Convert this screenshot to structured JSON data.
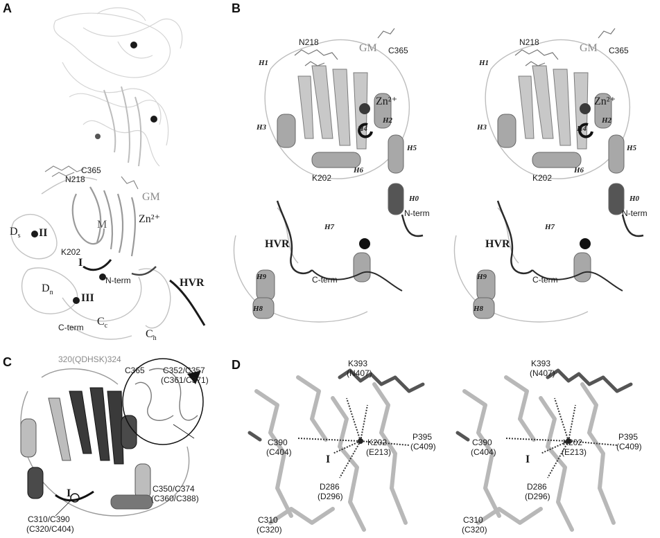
{
  "panels": {
    "A": {
      "letter": "A",
      "labels": {
        "c365": "C365",
        "n218": "N218",
        "gm": "GM",
        "zn": "Zn²⁺",
        "ds": "D",
        "ds_sub": "s",
        "ii": "II",
        "m": "M",
        "k202": "K202",
        "i": "I",
        "nterm": "N-term",
        "hvr": "HVR",
        "dn": "D",
        "dn_sub": "n",
        "iii": "III",
        "cterm": "C-term",
        "cc": "C",
        "cc_sub": "c",
        "ch": "C",
        "ch_sub": "h"
      }
    },
    "B": {
      "letter": "B",
      "left": {
        "n218": "N218",
        "gm": "GM",
        "c365": "C365",
        "h1": "H1",
        "zn": "Zn²⁺",
        "h3": "H3",
        "h4": "H4",
        "h2": "H2",
        "h5": "H5",
        "h6": "H6",
        "k202": "K202",
        "h0": "H0",
        "nterm": "N-term",
        "hvr": "HVR",
        "h7": "H7",
        "h9": "H9",
        "cterm": "C-term",
        "h8": "H8"
      },
      "right": {
        "n218": "N218",
        "gm": "GM",
        "c365": "C365",
        "h1": "H1",
        "zn": "Zn²⁺",
        "h3": "H3",
        "h4": "H4",
        "h2": "H2",
        "h5": "H5",
        "h6": "H6",
        "k202": "K202",
        "h0": "H0",
        "nterm": "N-term",
        "hvr": "HVR",
        "h7": "H7",
        "h9": "H9",
        "cterm": "C-term",
        "h8": "H8"
      }
    },
    "C": {
      "letter": "C",
      "labels": {
        "qdhsk": "320(QDHSK)324",
        "c365": "C365",
        "c352": "C352/C357",
        "c361": "(C361/C371)",
        "i": "I",
        "c350": "C350/C374",
        "c360": "(C360/C388)",
        "c310": "C310/C390",
        "c320": "(C320/C404)"
      }
    },
    "D": {
      "letter": "D",
      "left": {
        "k393": "K393",
        "n407": "(N407)",
        "c390": "C390",
        "c404": "(C404)",
        "k202": "K202",
        "e213": "(E213)",
        "p395": "P395",
        "c409": "(C409)",
        "i": "I",
        "d286": "D286",
        "d296": "(D296)",
        "c310": "C310",
        "c320": "(C320)"
      },
      "right": {
        "k393": "K393",
        "n407": "(N407)",
        "c390": "C390",
        "c404": "(C404)",
        "k202": "K202",
        "e213": "(E213)",
        "p395": "P395",
        "c409": "(C409)",
        "i": "I",
        "d286": "D286",
        "d296": "(D296)",
        "c310": "C310",
        "c320": "(C320)"
      }
    }
  },
  "colors": {
    "ribbon_light": "#c8c8c8",
    "ribbon_mid": "#9a9a9a",
    "ribbon_dark": "#3a3a3a",
    "metal": "#1a1a1a"
  }
}
